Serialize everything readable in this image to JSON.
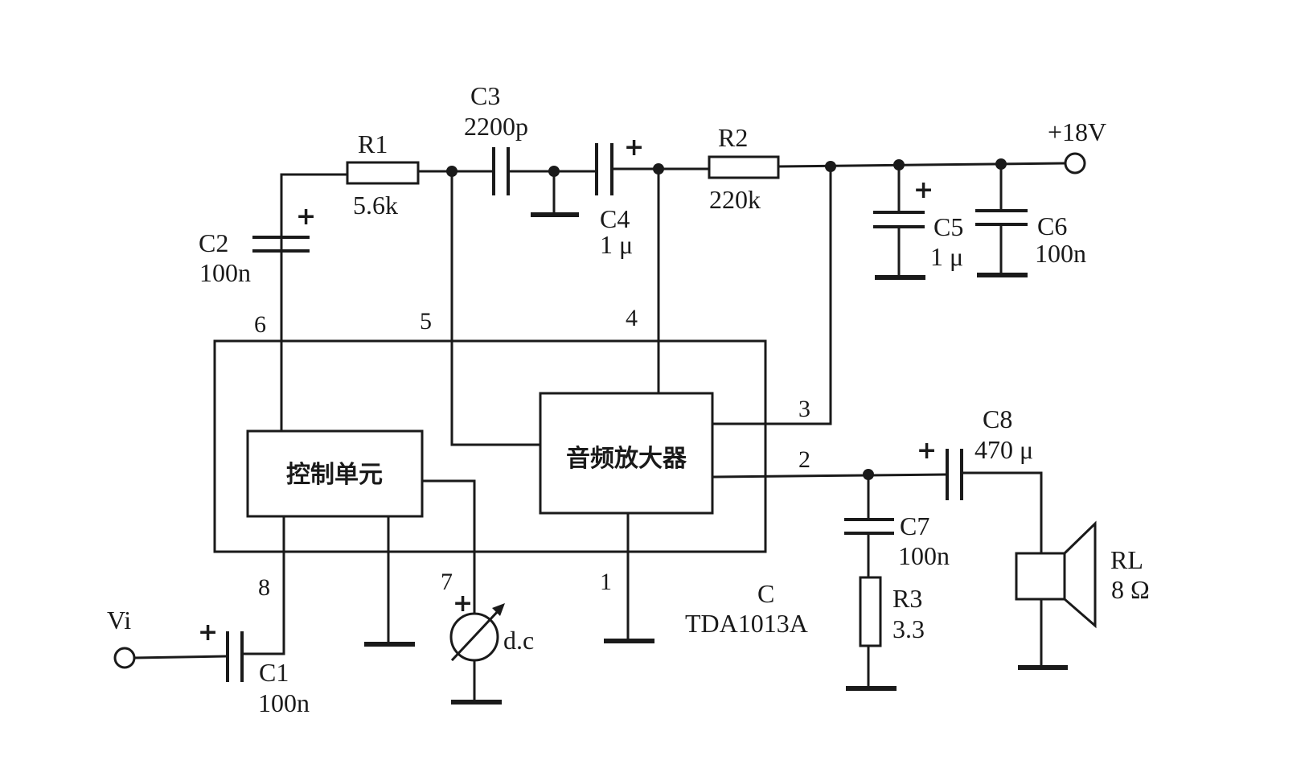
{
  "labels": {
    "r1": "R1",
    "r1_val": "5.6k",
    "r2": "R2",
    "r2_val": "220k",
    "r3": "R3",
    "r3_val": "3.3",
    "c1": "C1",
    "c1_val": "100n",
    "c2": "C2",
    "c2_val": "100n",
    "c3": "C3",
    "c3_val": "2200p",
    "c4": "C4",
    "c4_val": "1 μ",
    "c5": "C5",
    "c5_val": "1 μ",
    "c6": "C6",
    "c6_val": "100n",
    "c7": "C7",
    "c7_val": "100n",
    "c8": "C8",
    "c8_val": "470 μ",
    "supply": "+18V",
    "input": "Vi",
    "load": "RL",
    "load_val": "8 Ω",
    "meter": "d.c",
    "ic_letter": "C",
    "ic_part": "TDA1013A"
  },
  "blocks": {
    "control": "控制单元",
    "amplifier": "音频放大器"
  },
  "pins": [
    "1",
    "2",
    "3",
    "4",
    "5",
    "6",
    "7",
    "8"
  ],
  "polarity": "+"
}
